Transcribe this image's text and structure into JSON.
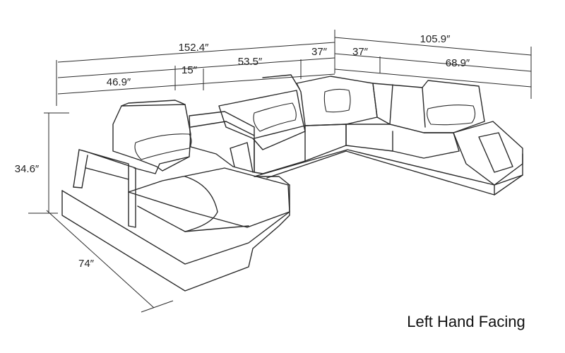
{
  "diagram": {
    "subject": "sectional sofa",
    "caption": "Left Hand Facing",
    "colors": {
      "line": "#2a2a2a",
      "background": "#ffffff",
      "text": "#111111"
    },
    "dimensions": {
      "overall_width": "152.4″",
      "right_width": "105.9″",
      "chaise_width": "46.9″",
      "console_width": "15″",
      "middle_width": "53.5″",
      "corner_left": "37″",
      "corner_right": "37″",
      "right_arm_section": "68.9″",
      "height": "34.6″",
      "depth": "74″"
    }
  }
}
